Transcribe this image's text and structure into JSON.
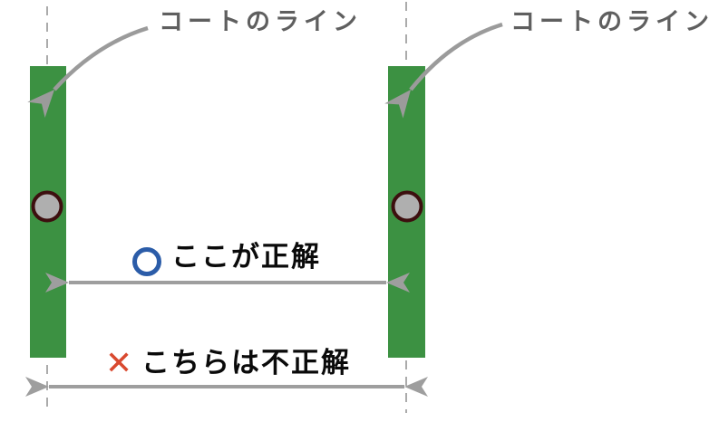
{
  "diagram": {
    "left_court_line": {
      "label": "コートのライン",
      "leader_icon": "curved-arrow"
    },
    "right_court_line": {
      "label": "コートのライン",
      "leader_icon": "curved-arrow"
    },
    "correct_row": {
      "mark_icon": "circle-outline",
      "label": "ここが正解"
    },
    "incorrect_row": {
      "mark": "✕",
      "mark_icon": "cross-mark",
      "label": "こちらは不正解"
    }
  },
  "colors": {
    "court-green": "#3C9142",
    "pole-fill": "#AFAFAF",
    "pole-border": "#3D0F0F",
    "dash-gray": "#ABABAB",
    "arrow-gray": "#9E9E9E",
    "leader-gray": "#9B9B9B",
    "label-gray": "#5F5F5F",
    "correct-blue": "#2B5CA8",
    "incorrect-red": "#D9492F",
    "ink-black": "#0A0A0A"
  }
}
